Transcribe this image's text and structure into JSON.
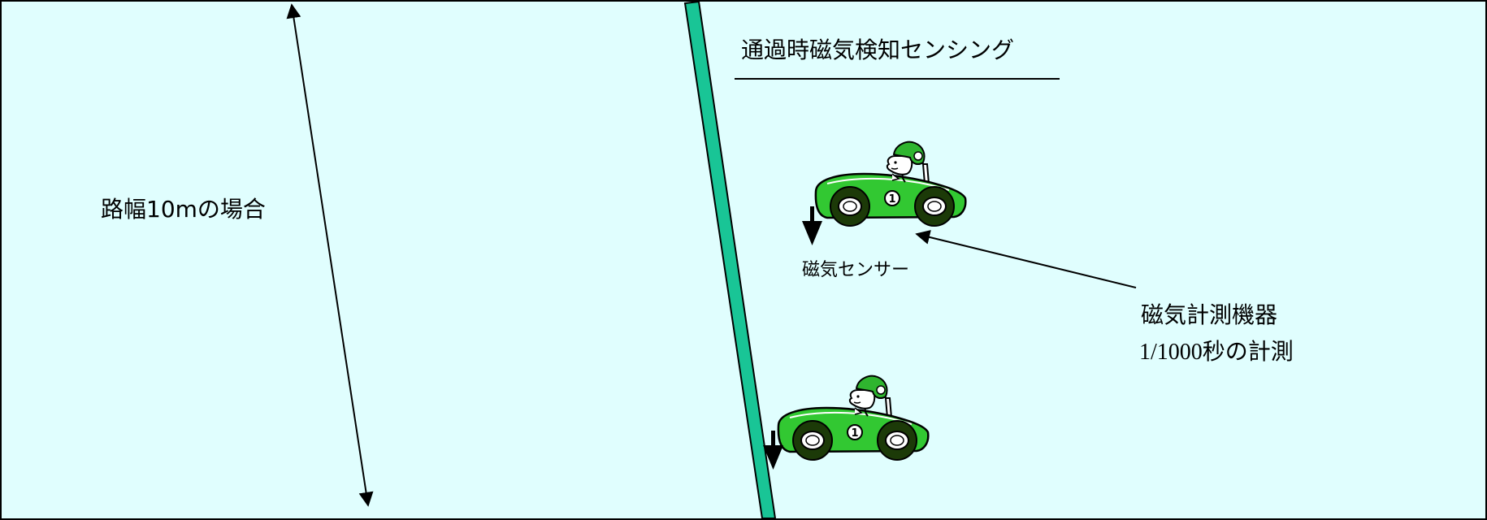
{
  "title": "通過時磁気検知センシング",
  "road_width_label": "路幅10mの場合",
  "sensor_label": "磁気センサー",
  "meter": {
    "title": "磁気計測機器",
    "description": "1/1000秒の計測"
  },
  "car_number": "1",
  "colors": {
    "background": "#e0fefe",
    "stripe": "#19c596",
    "car_body": "#32c832",
    "helmet": "#2fb52f",
    "tire": "#1c3a08"
  },
  "icons": [
    "double-arrow-icon",
    "down-arrow-icon",
    "pointer-arrow-icon",
    "race-car-icon"
  ]
}
